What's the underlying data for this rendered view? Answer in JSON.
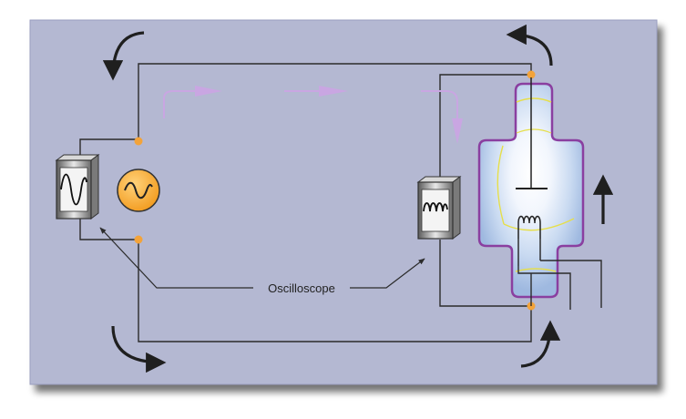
{
  "diagram": {
    "title": "",
    "oscilloscope_label": "Oscilloscope",
    "components": {
      "left_oscilloscope": "sine-wave-display",
      "ac_source": "ac-source-symbol",
      "right_oscilloscope": "rectified-pulse-display",
      "tube": "x-ray-tube"
    },
    "colors": {
      "background": "#b4b8d2",
      "wire": "#2b2b2b",
      "junction": "#f3a33a",
      "ac_source_fill": "#f5a623",
      "electron_flow_arrow": "#c9a6e2",
      "current_arrow": "#1f1f1f",
      "tube_outline": "#8a3fa0",
      "tube_glow": "#e9f0fb",
      "tube_inner_ring": "#e6df4a"
    }
  }
}
